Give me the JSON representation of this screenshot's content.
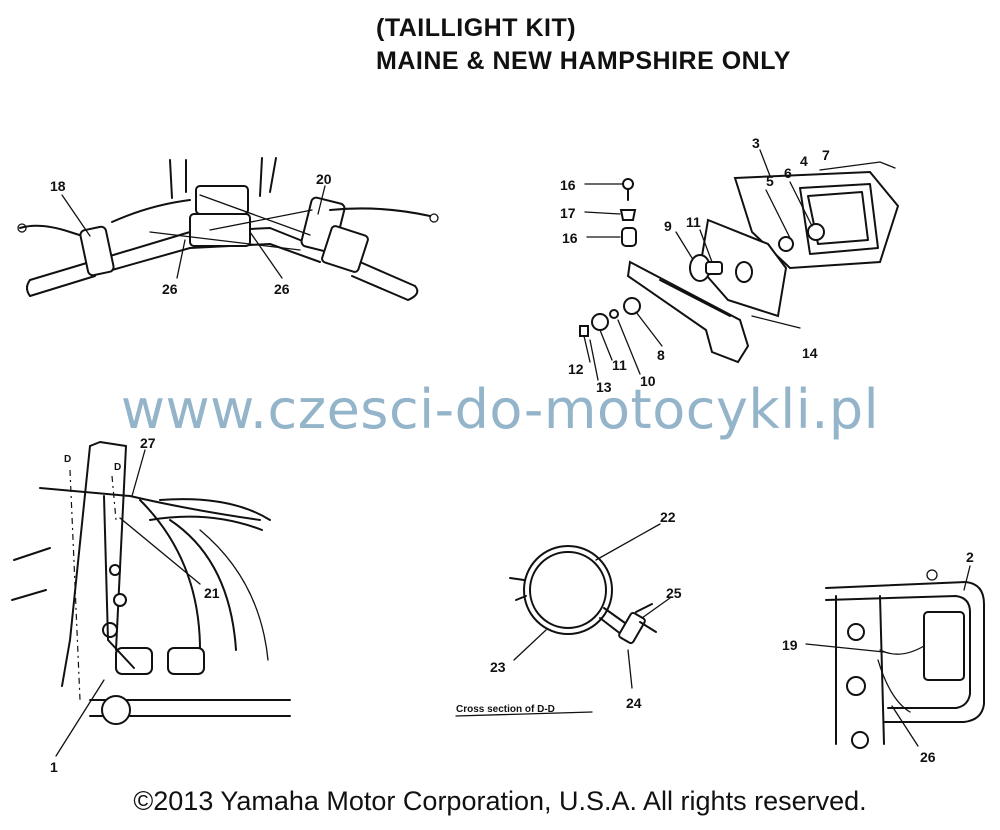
{
  "title": {
    "line1": "(TAILLIGHT KIT)",
    "line2": "MAINE & NEW HAMPSHIRE ONLY"
  },
  "watermark": "www.czesci-do-motocykli.pl",
  "copyright": "©2013 Yamaha Motor Corporation, U.S.A. All rights reserved.",
  "section_caption": "Cross section of D-D",
  "section_marks": [
    "D",
    "D"
  ],
  "callouts": {
    "handlebar": [
      "18",
      "20",
      "26",
      "26"
    ],
    "taillight": [
      "3",
      "4",
      "5",
      "6",
      "7",
      "16",
      "17",
      "16",
      "9",
      "11",
      "14",
      "12",
      "11",
      "8",
      "13",
      "10"
    ],
    "frame": [
      "27",
      "21",
      "1"
    ],
    "clamp": [
      "22",
      "25",
      "23",
      "24"
    ],
    "rear": [
      "2",
      "19",
      "26"
    ]
  }
}
